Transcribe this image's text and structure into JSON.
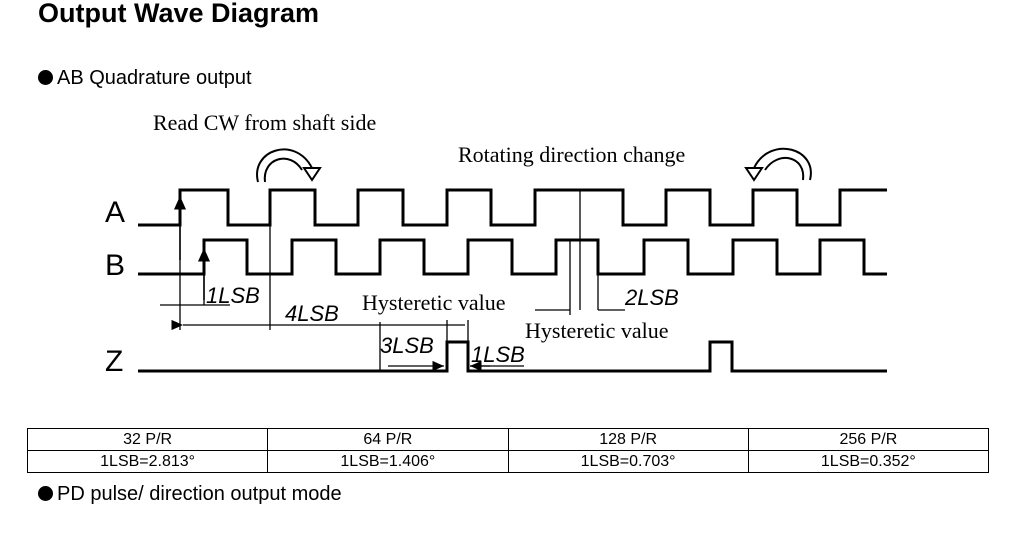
{
  "page": {
    "title": "Output Wave Diagram",
    "section_ab": "AB Quadrature output",
    "section_pd": "PD pulse/ direction output mode"
  },
  "diagram": {
    "read_cw_label": "Read CW from shaft side",
    "rotating_change_label": "Rotating direction change",
    "signal_a": "A",
    "signal_b": "B",
    "signal_z": "Z",
    "lsb_1_top": "1LSB",
    "lsb_4": "4LSB",
    "hysteretic_1": "Hysteretic value",
    "lsb_2": "2LSB",
    "hysteretic_2": "Hysteretic value",
    "lsb_3": "3LSB",
    "lsb_1_z": "1LSB"
  },
  "table": {
    "headers": [
      "32 P/R",
      "64 P/R",
      "128 P/R",
      "256 P/R"
    ],
    "values": [
      "1LSB=2.813°",
      "1LSB=1.406°",
      "1LSB=0.703°",
      "1LSB=0.352°"
    ]
  }
}
